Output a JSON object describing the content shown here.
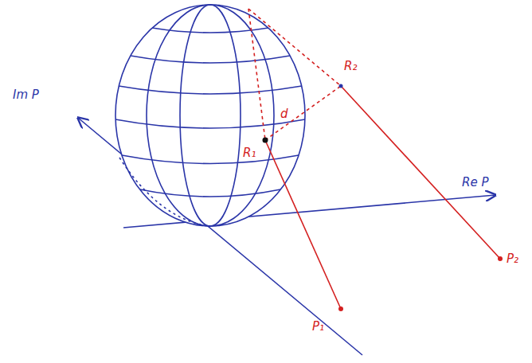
{
  "diagram": {
    "labels": [
      "Im P",
      "Re P",
      "R₂",
      "R₁",
      "d",
      "P₁",
      "P₂"
    ]
  }
}
